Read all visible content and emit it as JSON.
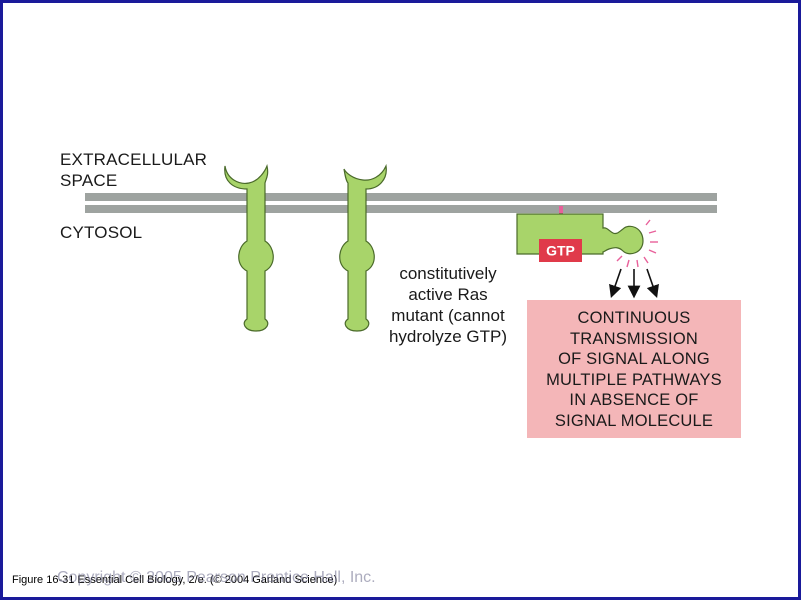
{
  "labels": {
    "extracellular_line1": "EXTRACELLULAR",
    "extracellular_line2": "SPACE",
    "cytosol": "CYTOSOL"
  },
  "ras": {
    "badge": "GTP",
    "caption": [
      "constitutively",
      "active Ras",
      "mutant (cannot",
      "hydrolyze GTP)"
    ]
  },
  "result_box": {
    "lines": [
      "CONTINUOUS",
      "TRANSMISSION",
      "OF SIGNAL ALONG",
      "MULTIPLE PATHWAYS",
      "IN ABSENCE OF",
      "SIGNAL MOLECULE"
    ]
  },
  "footer": {
    "citation": "Figure 16-31  Essential Cell Biology, 2/e. (© 2004 Garland Science)",
    "copyright": "Copyright © 2005 Pearson Prentice Hall, Inc."
  },
  "colors": {
    "membrane": "#9ea3a0",
    "receptor": "#a8d46a",
    "receptor_outline": "#4a6a2a",
    "gtp_badge": "#e03a4a",
    "result_box": "#f4b6b8",
    "signal_rays": "#e8609a",
    "frame_border": "#1a1a9a"
  }
}
